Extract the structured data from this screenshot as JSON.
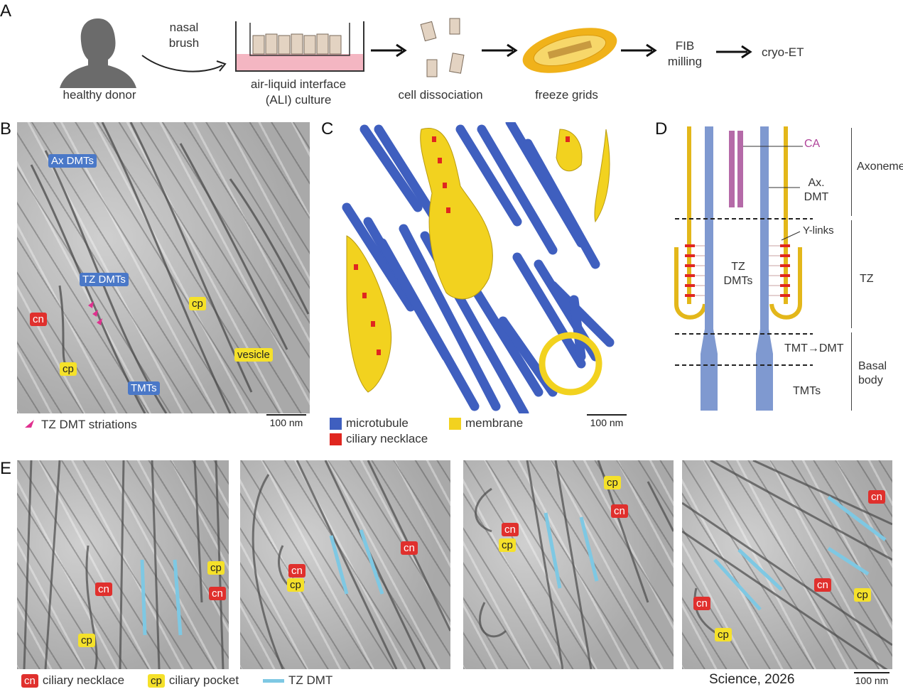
{
  "panels": {
    "a": "A",
    "b": "B",
    "c": "C",
    "d": "D",
    "e": "E"
  },
  "workflow": {
    "donor": "healthy donor",
    "nasal_brush": "nasal\nbrush",
    "ali_culture": "air-liquid interface\n(ALI) culture",
    "dissociation": "cell dissociation",
    "freeze_grids": "freeze grids",
    "fib": "FIB\nmilling",
    "cryoet": "cryo-ET"
  },
  "panel_b": {
    "labels": {
      "ax_dmts": "Ax DMTs",
      "tz_dmts": "TZ DMTs",
      "tmts": "TMTs",
      "cn": "cn",
      "cp1": "cp",
      "cp2": "cp",
      "vesicle": "vesicle"
    },
    "legend": "TZ DMT striations",
    "scale": "100 nm"
  },
  "panel_c": {
    "legend": {
      "microtubule": "microtubule",
      "membrane": "membrane",
      "ciliary_necklace": "ciliary necklace"
    },
    "colors": {
      "microtubule": "#3f5fbf",
      "membrane": "#f2d21f",
      "necklace": "#e0261f"
    },
    "scale": "100 nm"
  },
  "panel_d": {
    "ca": "CA",
    "ax_dmt": "Ax.\nDMT",
    "y_links": "Y-links",
    "tz_dmts": "TZ\nDMTs",
    "tmt_dmt": "TMT→DMT",
    "tmts": "TMTs",
    "regions": {
      "axoneme": "Axoneme",
      "tz": "TZ",
      "basal_body": "Basal\nbody"
    }
  },
  "panel_e": {
    "tiles": [
      {
        "cn": [
          "cn",
          "cn"
        ],
        "cp": [
          "cp",
          "cp"
        ]
      },
      {
        "cn": [
          "cn",
          "cn"
        ],
        "cp": [
          "cp"
        ]
      },
      {
        "cn": [
          "cn",
          "cn"
        ],
        "cp": [
          "cp",
          "cp"
        ]
      },
      {
        "cn": [
          "cn",
          "cn",
          "cn"
        ],
        "cp": [
          "cp",
          "cp"
        ]
      }
    ],
    "legend": {
      "cn_tag": "cn",
      "cn_text": "ciliary necklace",
      "cp_tag": "cp",
      "cp_text": "ciliary pocket",
      "tz_text": "TZ DMT"
    },
    "tz_color": "#7ec8e3",
    "scale": "100 nm"
  },
  "citation": "Science, 2026"
}
